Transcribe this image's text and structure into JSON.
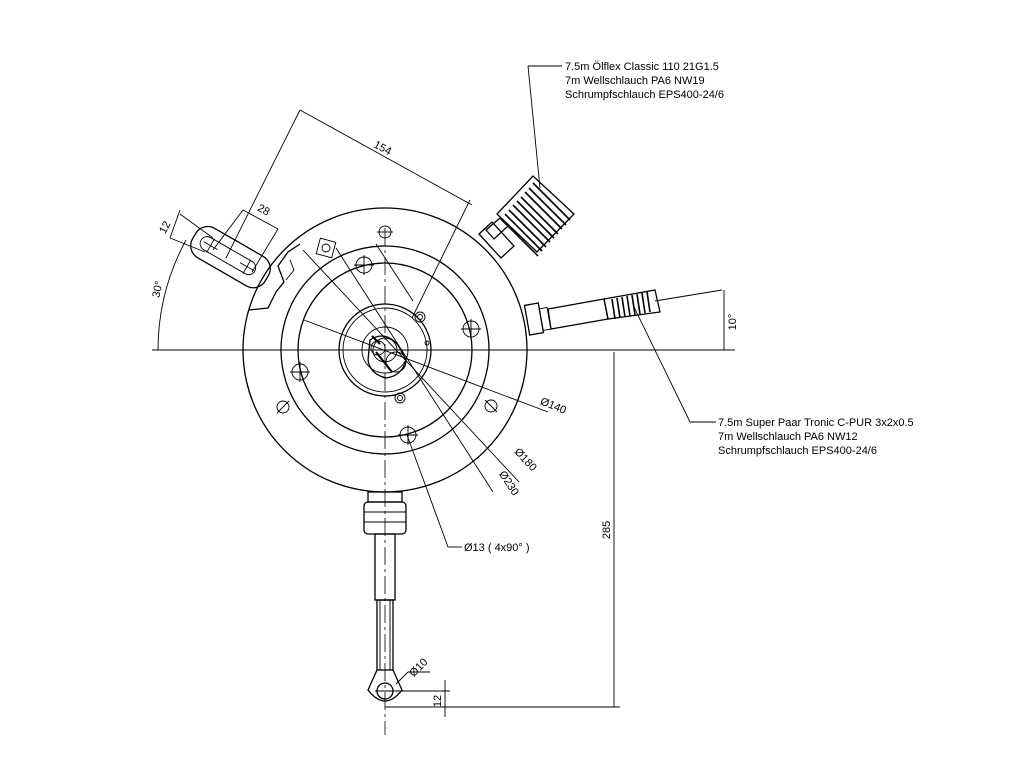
{
  "callouts": {
    "cable_top": [
      "7.5m Ölflex Classic 110 21G1.5",
      "7m Wellschlauch PA6 NW19",
      "Schrumpfschlauch EPS400-24/6"
    ],
    "cable_right": [
      "7.5m Super Paar Tronic C-PUR 3x2x0.5",
      "7m Wellschlauch PA6 NW12",
      "Schrumpfschlauch EPS400-24/6"
    ]
  },
  "dimensions": {
    "length_154": "154",
    "width_28": "28",
    "width_12_bracket": "12",
    "angle_30": "30°",
    "angle_10": "10°",
    "dia_140": "Ø140",
    "dia_180": "Ø180",
    "dia_230": "Ø230",
    "holes": "Ø13 ( 4x90° )",
    "height_285": "285",
    "dia_10": "Ø10",
    "width_12_bottom": "12"
  }
}
